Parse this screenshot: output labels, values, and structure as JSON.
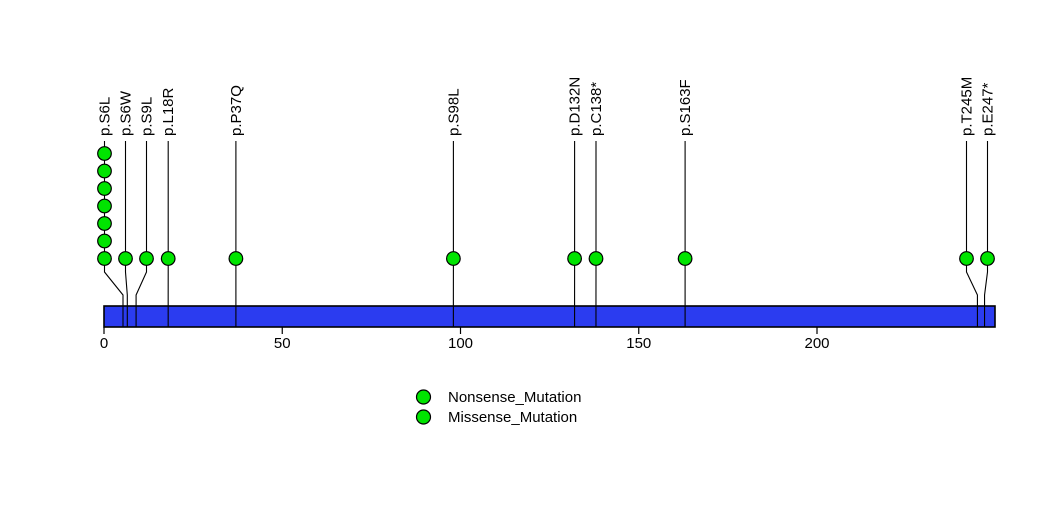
{
  "chart_data": {
    "type": "lollipop",
    "title": "",
    "xlabel": "",
    "background_color": "#ffffff",
    "x_axis": {
      "min": 0,
      "max": 250,
      "ticks": [
        0,
        50,
        100,
        150,
        200
      ]
    },
    "protein_length_aa": 250,
    "mutations": [
      {
        "label": "p.S6L",
        "position": 6,
        "count": 7,
        "mutation_type": "Missense_Mutation"
      },
      {
        "label": "p.S6W",
        "position": 6,
        "count": 1,
        "mutation_type": "Missense_Mutation"
      },
      {
        "label": "p.S9L",
        "position": 9,
        "count": 1,
        "mutation_type": "Missense_Mutation"
      },
      {
        "label": "p.L18R",
        "position": 18,
        "count": 1,
        "mutation_type": "Missense_Mutation"
      },
      {
        "label": "p.P37Q",
        "position": 37,
        "count": 1,
        "mutation_type": "Missense_Mutation"
      },
      {
        "label": "p.S98L",
        "position": 98,
        "count": 1,
        "mutation_type": "Missense_Mutation"
      },
      {
        "label": "p.D132N",
        "position": 132,
        "count": 1,
        "mutation_type": "Missense_Mutation"
      },
      {
        "label": "p.C138*",
        "position": 138,
        "count": 1,
        "mutation_type": "Nonsense_Mutation"
      },
      {
        "label": "p.S163F",
        "position": 163,
        "count": 1,
        "mutation_type": "Missense_Mutation"
      },
      {
        "label": "p.T245M",
        "position": 245,
        "count": 1,
        "mutation_type": "Missense_Mutation"
      },
      {
        "label": "p.E247*",
        "position": 247,
        "count": 1,
        "mutation_type": "Nonsense_Mutation"
      }
    ],
    "legend": [
      {
        "label": "Nonsense_Mutation",
        "marker_color": "#00e400",
        "marker_shape": "circle"
      },
      {
        "label": "Missense_Mutation",
        "marker_color": "#00e400",
        "marker_shape": "circle"
      }
    ],
    "colors": {
      "protein_bar": "#2b3cf0",
      "marker_fill": "#00e400",
      "marker_stroke": "#000000",
      "stem": "#000000",
      "axis_text": "#000000"
    }
  }
}
